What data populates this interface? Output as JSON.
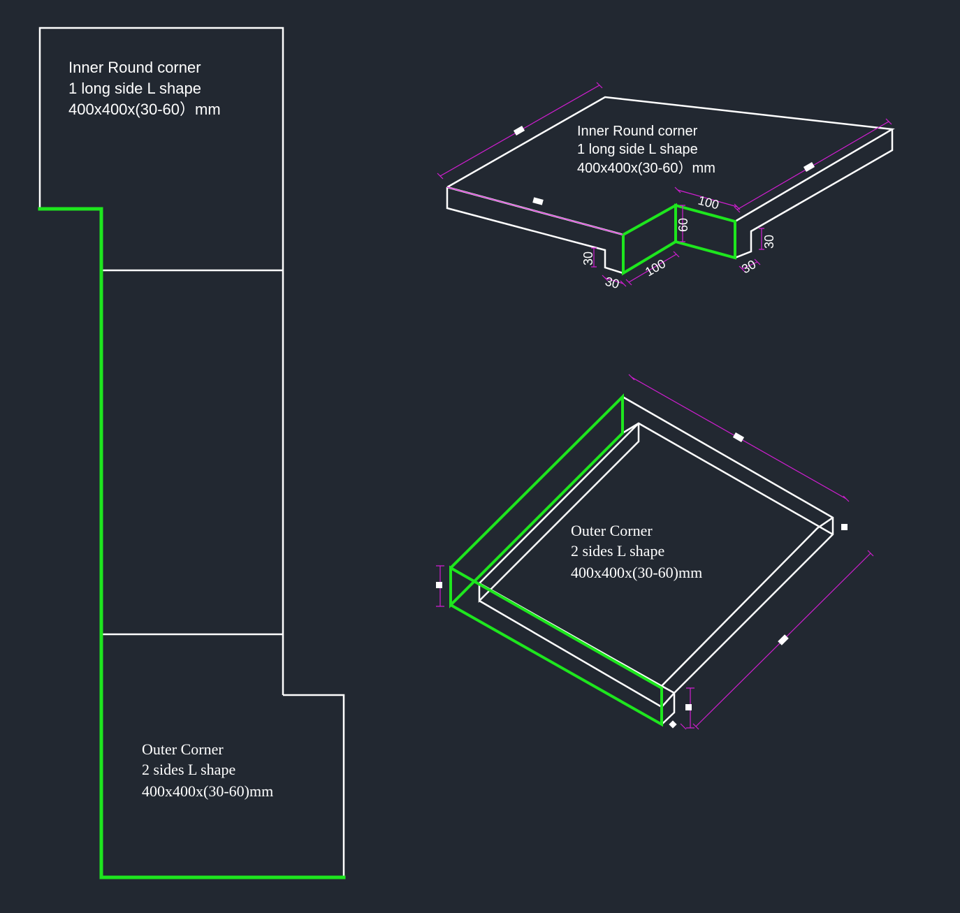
{
  "colors": {
    "background": "#222831",
    "outline": "#ffffff",
    "highlight": "#1ee61e",
    "dimension": "#d21ed2"
  },
  "plan_view": {
    "inner_label": [
      "Inner Round corner",
      "1 long side L shape",
      "400x400x(30-60）mm"
    ],
    "outer_label": [
      "Outer Corner",
      "2 sides L shape",
      "400x400x(30-60)mm"
    ]
  },
  "iso_inner": {
    "label": [
      "Inner Round corner",
      "1 long side L shape",
      "400x400x(30-60）mm"
    ],
    "dims": {
      "notch_width_top": "100",
      "notch_width_bottom": "100",
      "height": "60",
      "left_thickness": "30",
      "left_bottom": "30",
      "right_thickness": "30",
      "right_bottom": "30"
    }
  },
  "iso_outer": {
    "label": [
      "Outer Corner",
      "2 sides L shape",
      "400x400x(30-60)mm"
    ]
  }
}
